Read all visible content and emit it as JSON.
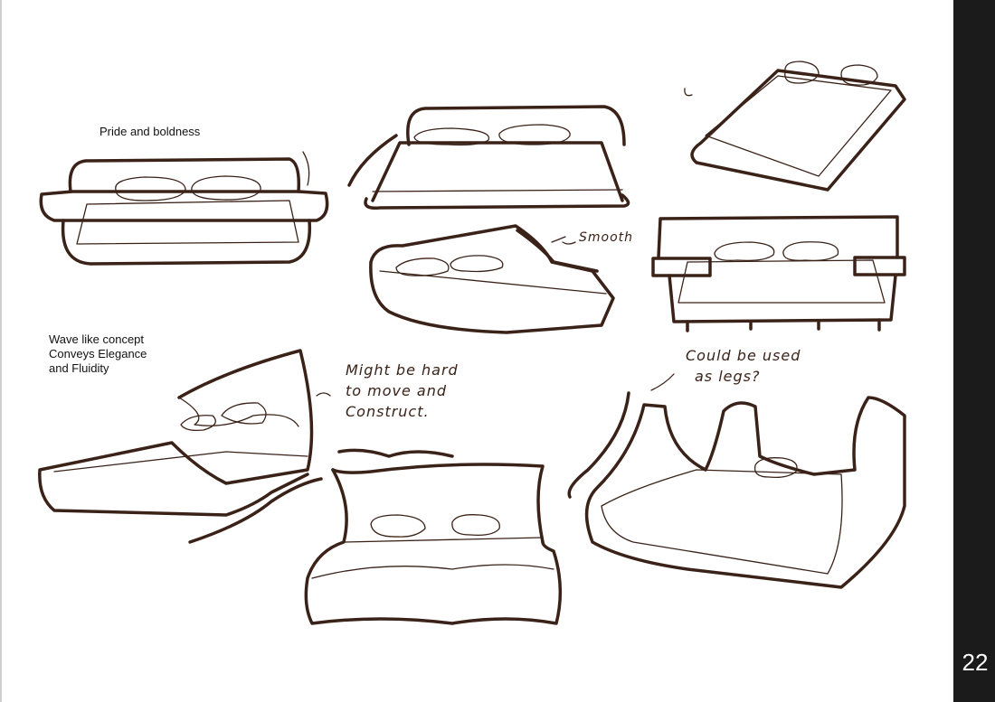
{
  "page_number": "22",
  "notes": {
    "pride": "Pride and boldness",
    "wave_lines": [
      "Wave like concept",
      "Conveys Elegance",
      "and Fluidity"
    ]
  },
  "handwritten": {
    "smooth": "Smooth",
    "hard_lines": [
      "Might be hard",
      "to move and",
      "Construct."
    ],
    "legs_lines": [
      "Could be used",
      "as legs?"
    ]
  },
  "colors": {
    "ink": "#3a2218",
    "strip": "#1b1b1b"
  }
}
